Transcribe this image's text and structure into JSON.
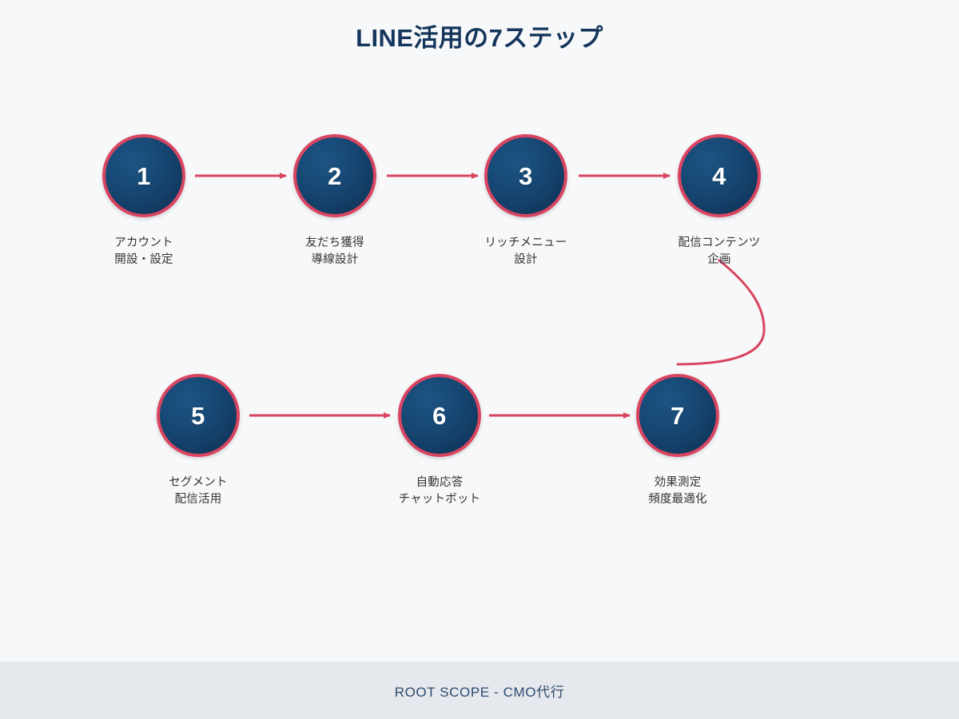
{
  "page": {
    "title": "LINE活用の7ステップ",
    "background_color": "#f7f8f9",
    "accent_color": "#d94560",
    "node_color": "#174a77",
    "title_color": "#14365c"
  },
  "steps": [
    {
      "number": "1",
      "line1": "アカウント",
      "line2": "開設・設定"
    },
    {
      "number": "2",
      "line1": "友だち獲得",
      "line2": "導線設計"
    },
    {
      "number": "3",
      "line1": "リッチメニュー",
      "line2": "設計"
    },
    {
      "number": "4",
      "line1": "配信コンテンツ",
      "line2": "企画"
    },
    {
      "number": "5",
      "line1": "セグメント",
      "line2": "配信活用"
    },
    {
      "number": "6",
      "line1": "自動応答",
      "line2": "チャットボット"
    },
    {
      "number": "7",
      "line1": "効果測定",
      "line2": "頻度最適化"
    }
  ],
  "footer": {
    "text": "ROOT SCOPE - CMO代行",
    "background_color": "#e5e8ed",
    "text_color": "#2d4a70"
  }
}
